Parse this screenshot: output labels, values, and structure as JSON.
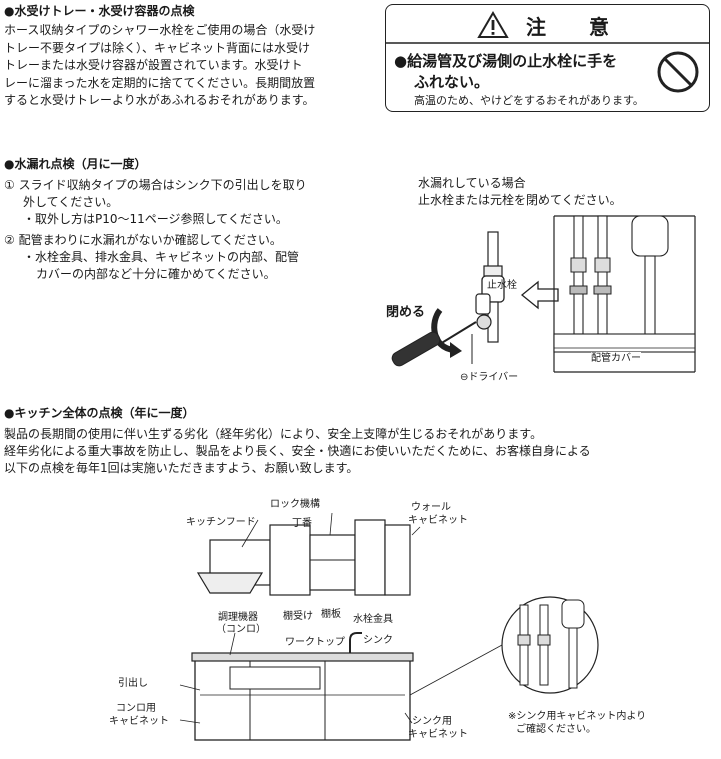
{
  "tray_section": {
    "heading": "●水受けトレー・水受け容器の点検",
    "lines": [
      "ホース収納タイプのシャワー水栓をご使用の場合（水受け",
      "トレー不要タイプは除く）、キャビネット背面には水受け",
      "トレーまたは水受け容器が設置されています。水受けト",
      "レーに溜まった水を定期的に捨ててください。長期間放置",
      "すると水受けトレーより水があふれるおそれがあります。"
    ]
  },
  "caution": {
    "title": "注 意",
    "line1": "●給湯管及び湯側の止水栓に手を",
    "line2": "ふれない。",
    "note": "高温のため、やけどをするおそれがあります。"
  },
  "leak_section": {
    "heading": "●水漏れ点検（月に一度）",
    "item1_line1": "① スライド収納タイプの場合はシンク下の引出しを取り",
    "item1_line2": "外してください。",
    "item1_sub": "・取外し方はP10〜11ページ参照してください。",
    "item2_line1": "② 配管まわりに水漏れがないか確認してください。",
    "item2_sub1": "・水栓金具、排水金具、キャビネットの内部、配管",
    "item2_sub2": "カバーの内部など十分に確かめてください。"
  },
  "leak_figure": {
    "caption_line1": "水漏れしている場合",
    "caption_line2": "止水栓または元栓を閉めてください。",
    "valve_label": "止水栓",
    "close_label": "閉める",
    "driver_label": "⊖ドライバー",
    "cover_label": "配管カバー"
  },
  "kitchen_section": {
    "heading": "●キッチン全体の点検（年に一度）",
    "line1": "製品の長期間の使用に伴い生ずる劣化（経年劣化）により、安全上支障が生じるおそれがあります。",
    "line2": "経年劣化による重大事故を防止し、製品をより長く、安全・快適にお使いいただくために、お客様自身による",
    "line3": "以下の点検を毎年1回は実施いただきますよう、お願い致します。"
  },
  "kitchen_figure": {
    "lock": "ロック機構",
    "wall_cabinet_1": "ウォール",
    "wall_cabinet_2": "キャビネット",
    "hood": "キッチンフード",
    "hinge": "丁番",
    "appliance_1": "調理機器",
    "appliance_2": "（コンロ）",
    "shelf_support": "棚受け",
    "shelf": "棚板",
    "faucet": "水栓金具",
    "worktop": "ワークトップ",
    "sink": "シンク",
    "drawer": "引出し",
    "stove_cab_1": "コンロ用",
    "stove_cab_2": "キャビネット",
    "sink_cab_1": "シンク用",
    "sink_cab_2": "キャビネット",
    "note_1": "※シンク用キャビネット内より",
    "note_2": "ご確認ください。"
  }
}
